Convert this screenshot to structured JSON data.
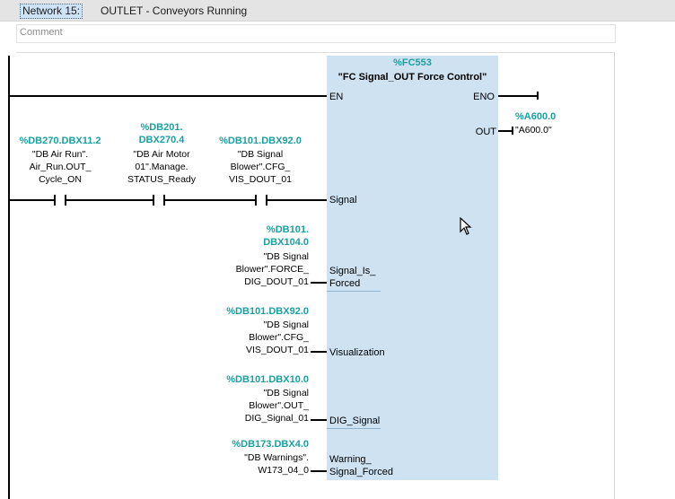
{
  "network": {
    "number_label": "Network 15:",
    "title": "OUTLET - Conveyors Running",
    "comment_placeholder": "Comment"
  },
  "block": {
    "address": "%FC553",
    "name": "\"FC Signal_OUT Force Control\"",
    "pins": {
      "en": "EN",
      "eno": "ENO",
      "out": "OUT",
      "signal": "Signal",
      "signal_is_forced": [
        "Signal_Is_",
        "Forced"
      ],
      "visualization": "Visualization",
      "dig_signal": "DIG_Signal",
      "warning_signal_forced": [
        "Warning_",
        "Signal_Forced"
      ]
    }
  },
  "contacts": [
    {
      "address": "%DB270.DBX11.2",
      "symbol": [
        "\"DB Air Run\".",
        "Air_Run.OUT_",
        "Cycle_ON"
      ]
    },
    {
      "address": [
        "%DB201.",
        "DBX270.4"
      ],
      "symbol": [
        "\"DB Air Motor",
        "01\".Manage.",
        "STATUS_Ready"
      ]
    },
    {
      "address": "%DB101.DBX92.0",
      "symbol": [
        "\"DB Signal",
        "Blower\".CFG_",
        "VIS_DOUT_01"
      ]
    }
  ],
  "inputs": {
    "forced": {
      "address": [
        "%DB101.",
        "DBX104.0"
      ],
      "symbol": [
        "\"DB Signal",
        "Blower\".FORCE_",
        "DIG_DOUT_01"
      ]
    },
    "visualization": {
      "address": "%DB101.DBX92.0",
      "symbol": [
        "\"DB Signal",
        "Blower\".CFG_",
        "VIS_DOUT_01"
      ]
    },
    "dig_signal": {
      "address": "%DB101.DBX10.0",
      "symbol": [
        "\"DB Signal",
        "Blower\".OUT_",
        "DIG_Signal_01"
      ]
    },
    "warning": {
      "address": "%DB173.DBX4.0",
      "symbol": [
        "\"DB Warnings\".",
        "W173_04_0"
      ]
    }
  },
  "output": {
    "address": "%A600.0",
    "symbol": "\"A600.0\""
  },
  "colors": {
    "address": "#19a0a0",
    "block_fill": "#cfe2f1",
    "selection": "#cfe3f8"
  }
}
